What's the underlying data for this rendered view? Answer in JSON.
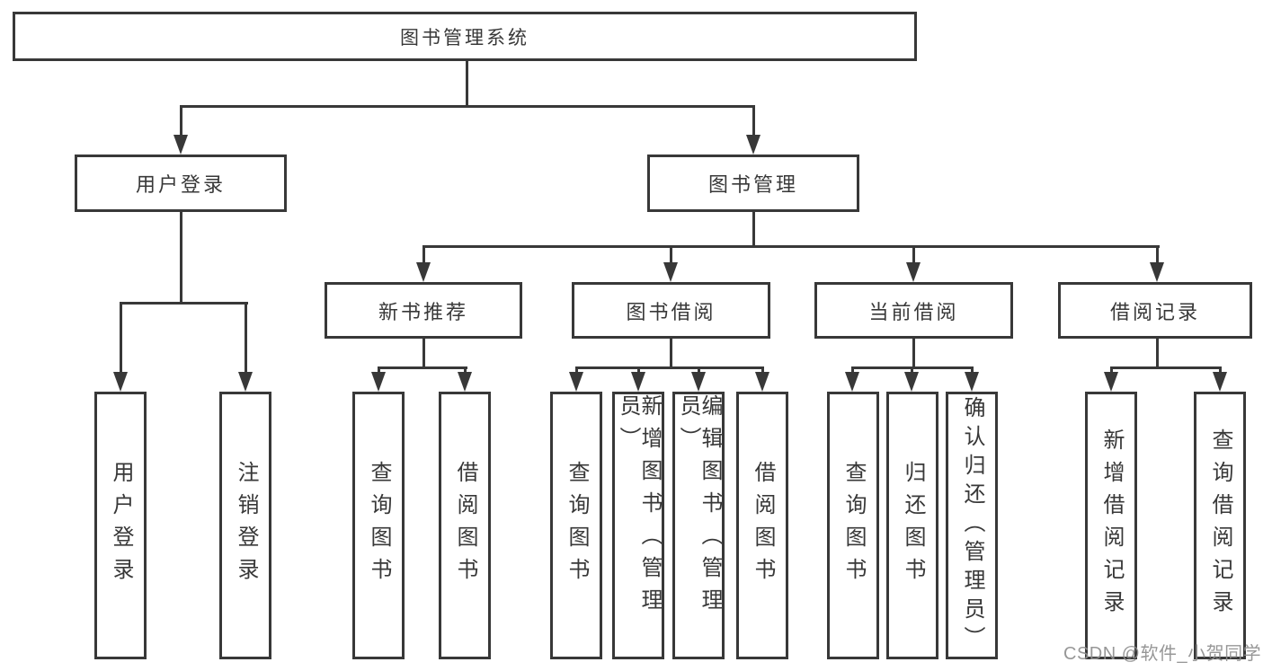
{
  "tree": {
    "root": "图书管理系统",
    "children": [
      {
        "label": "用户登录",
        "children": [
          "用户登录",
          "注销登录"
        ]
      },
      {
        "label": "图书管理",
        "children": [
          {
            "label": "新书推荐",
            "children": [
              "查询图书",
              "借阅图书"
            ]
          },
          {
            "label": "图书借阅",
            "children": [
              "查询图书",
              "新增图书（管理员）",
              "编辑图书（管理员）",
              "借阅图书"
            ]
          },
          {
            "label": "当前借阅",
            "children": [
              "查询图书",
              "归还图书",
              "确认归还（管理员）"
            ]
          },
          {
            "label": "借阅记录",
            "children": [
              "新增借阅记录",
              "查询借阅记录"
            ]
          }
        ]
      }
    ]
  },
  "watermark": {
    "text": "CSDN @软件_小贺同学"
  },
  "colors": {
    "line": "#383838",
    "text": "#383838",
    "watermark": "#8e8e8e",
    "background": "#ffffff"
  }
}
